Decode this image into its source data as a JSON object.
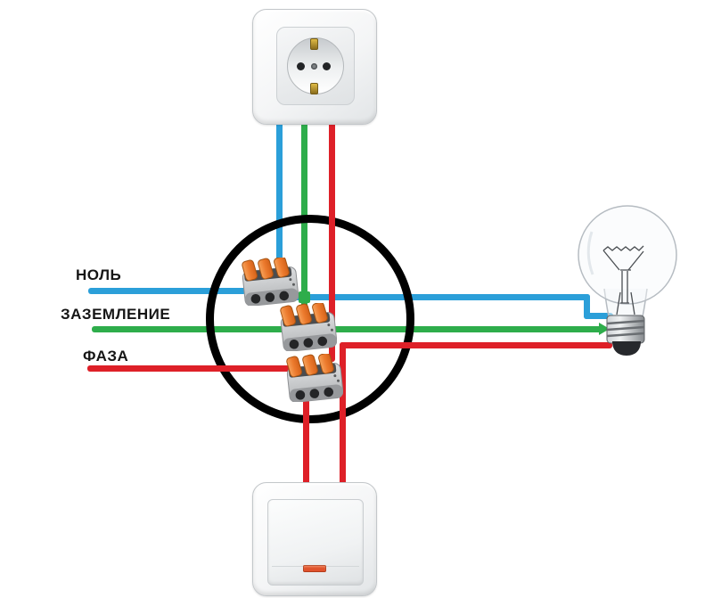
{
  "diagram": {
    "type": "electrical wiring diagram",
    "labels": {
      "neutral": "НОЛЬ",
      "ground": "ЗАЗЕМЛЕНИЕ",
      "phase": "ФАЗА"
    },
    "colors": {
      "neutral_wire": "#2b9fd9",
      "ground_wire": "#2ead4b",
      "phase_wire": "#de2028",
      "junction_outline": "#000000",
      "connector_lever": "#ec7a2d",
      "connector_body": "#c7c9cb",
      "switch_indicator": "#e0522c"
    },
    "components": {
      "socket": "power-socket",
      "junction_box": "junction-box-circle",
      "connector": "clamp-connector",
      "connector_count": 3,
      "bulb": "light-bulb",
      "switch": "wall-switch"
    }
  }
}
